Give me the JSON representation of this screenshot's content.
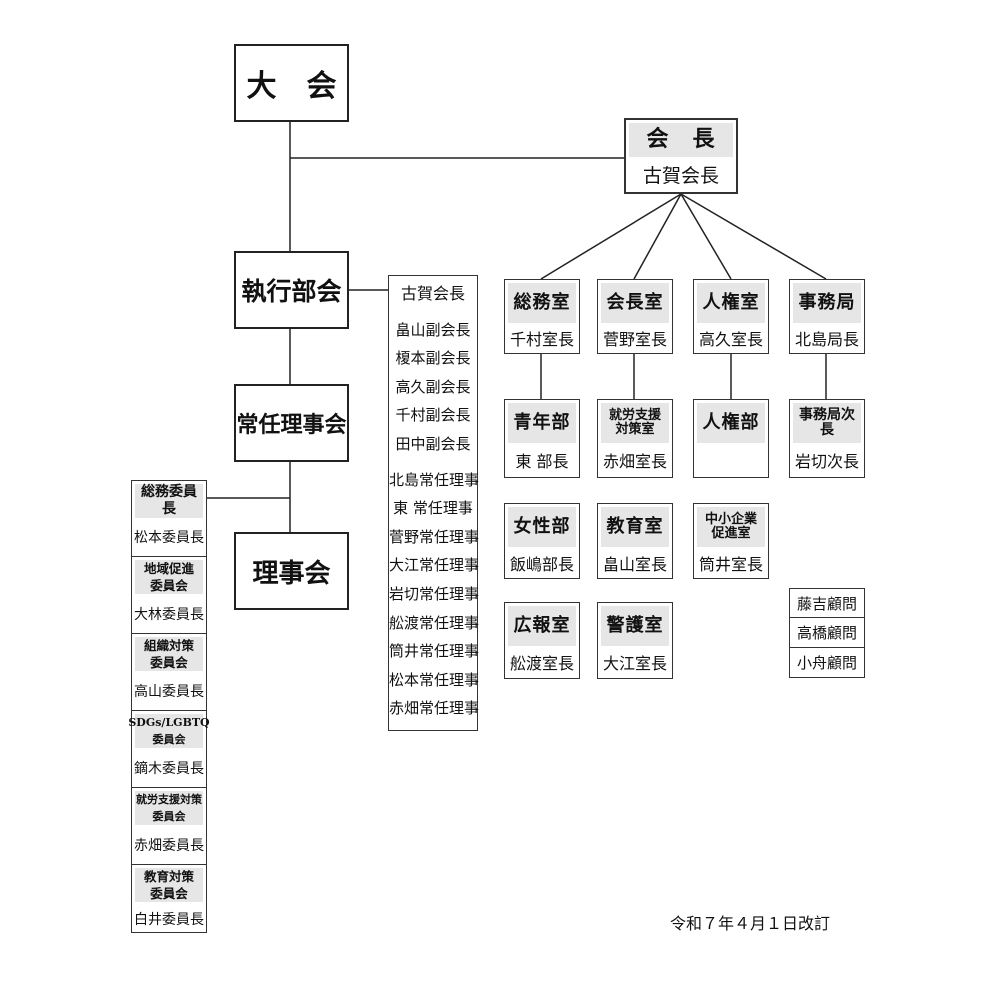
{
  "top": {
    "taikai": "大　会",
    "shikkou": "執行部会",
    "jonin": "常任理事会",
    "riji": "理事会"
  },
  "president": {
    "title": "会　長",
    "name": "古賀会長"
  },
  "exec_members": {
    "head": "古賀会長",
    "vice": [
      "畠山副会長",
      "榎本副会長",
      "高久副会長",
      "千村副会長",
      "田中副会長"
    ],
    "standing": [
      "北島常任理事",
      "東 常任理事",
      "菅野常任理事",
      "大江常任理事",
      "岩切常任理事",
      "舩渡常任理事",
      "筒井常任理事",
      "松本常任理事",
      "赤畑常任理事"
    ]
  },
  "offices": {
    "soumu": {
      "title": "総務室",
      "head": "千村室長"
    },
    "kaicho": {
      "title": "会長室",
      "head": "菅野室長"
    },
    "jinken": {
      "title": "人権室",
      "head": "高久室長"
    },
    "jimu": {
      "title": "事務局",
      "head": "北島局長"
    }
  },
  "sub_units": {
    "seinen": {
      "title": "青年部",
      "head": "東 部長"
    },
    "shuro": {
      "title": "就労支援\n対策室",
      "head": "赤畑室長"
    },
    "jinkenbu": {
      "title": "人権部",
      "head": ""
    },
    "jimujicho": {
      "title": "事務局次長",
      "head": "岩切次長"
    },
    "josei": {
      "title": "女性部",
      "head": "飯嶋部長"
    },
    "kyoiku": {
      "title": "教育室",
      "head": "畠山室長"
    },
    "chusho": {
      "title": "中小企業\n促進室",
      "head": "筒井室長"
    },
    "koho": {
      "title": "広報室",
      "head": "舩渡室長"
    },
    "keigo": {
      "title": "警護室",
      "head": "大江室長"
    }
  },
  "advisors": [
    "藤吉顧問",
    "高橋顧問",
    "小舟顧問"
  ],
  "committees": [
    {
      "title": "総務委員長",
      "head": "松本委員長"
    },
    {
      "title": "地域促進\n委員会",
      "head": "大林委員長"
    },
    {
      "title": "組織対策\n委員会",
      "head": "高山委員長"
    },
    {
      "title": "SDGs/LGBTQ\n委員会",
      "head": "鏑木委員長"
    },
    {
      "title": "就労支援対策\n委員会",
      "head": "赤畑委員長"
    },
    {
      "title": "教育対策\n委員会",
      "head": "白井委員長"
    }
  ],
  "footer": "令和７年４月１日改訂"
}
